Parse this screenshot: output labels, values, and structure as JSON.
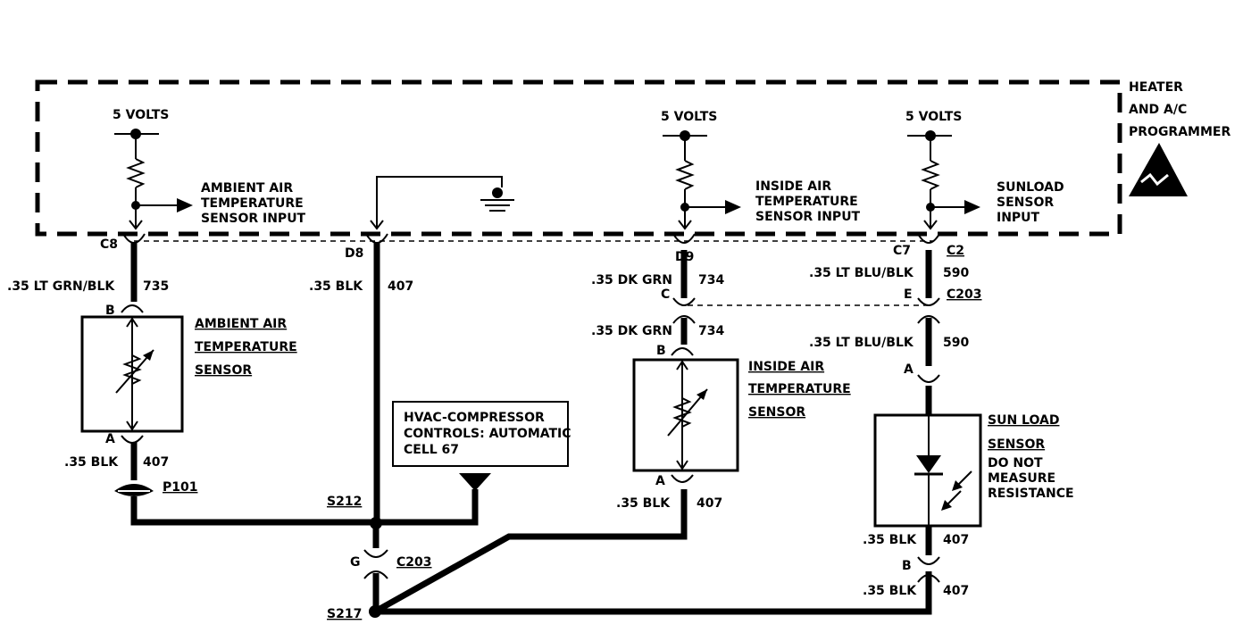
{
  "programmer": {
    "name_lines": [
      "HEATER",
      "AND A/C",
      "PROGRAMMER"
    ]
  },
  "ambient": {
    "volts": "5 VOLTS",
    "input_lines": [
      "AMBIENT AIR",
      "TEMPERATURE",
      "SENSOR INPUT"
    ],
    "pin": "C8",
    "wire_top": ".35 LT GRN/BLK",
    "circuit_top": "735",
    "sensor_top_pin": "B",
    "sensor_lines": [
      "AMBIENT AIR",
      "TEMPERATURE",
      "SENSOR"
    ],
    "sensor_bottom_pin": "A",
    "wire_bottom": ".35 BLK",
    "circuit_bottom": "407",
    "connector": "P101"
  },
  "ground": {
    "pin": "D8",
    "wire": ".35 BLK",
    "circuit": "407",
    "splice_top": "S212",
    "connector_pin": "G",
    "connector": "C203",
    "splice_bottom": "S217"
  },
  "hvac_note": {
    "lines": [
      "HVAC-COMPRESSOR",
      "CONTROLS:  AUTOMATIC",
      "CELL 67"
    ]
  },
  "inside": {
    "volts": "5 VOLTS",
    "input_lines": [
      "INSIDE AIR",
      "TEMPERATURE",
      "SENSOR INPUT"
    ],
    "pin": "D9",
    "wire_top": ".35 DK GRN",
    "circuit_top": "734",
    "conn_pin": "C",
    "wire_mid": ".35 DK GRN",
    "circuit_mid": "734",
    "sensor_top_pin": "B",
    "sensor_lines": [
      "INSIDE AIR",
      "TEMPERATURE",
      "SENSOR"
    ],
    "sensor_bottom_pin": "A",
    "wire_bottom": ".35 BLK",
    "circuit_bottom": "407"
  },
  "sunload": {
    "volts": "5 VOLTS",
    "input_lines": [
      "SUNLOAD",
      "SENSOR",
      "INPUT"
    ],
    "pin": "C7",
    "connector": "C2",
    "wire_top": ".35 LT BLU/BLK",
    "circuit_top": "590",
    "conn_pin": "E",
    "conn_name": "C203",
    "wire_mid": ".35 LT BLU/BLK",
    "circuit_mid": "590",
    "sensor_top_pin": "A",
    "sensor_lines": [
      "SUN LOAD",
      "SENSOR"
    ],
    "warning_lines": [
      "DO NOT",
      "MEASURE",
      "RESISTANCE"
    ],
    "wire_bottom1": ".35 BLK",
    "circuit_bottom1": "407",
    "sensor_bottom_pin": "B",
    "wire_bottom2": ".35 BLK",
    "circuit_bottom2": "407"
  }
}
